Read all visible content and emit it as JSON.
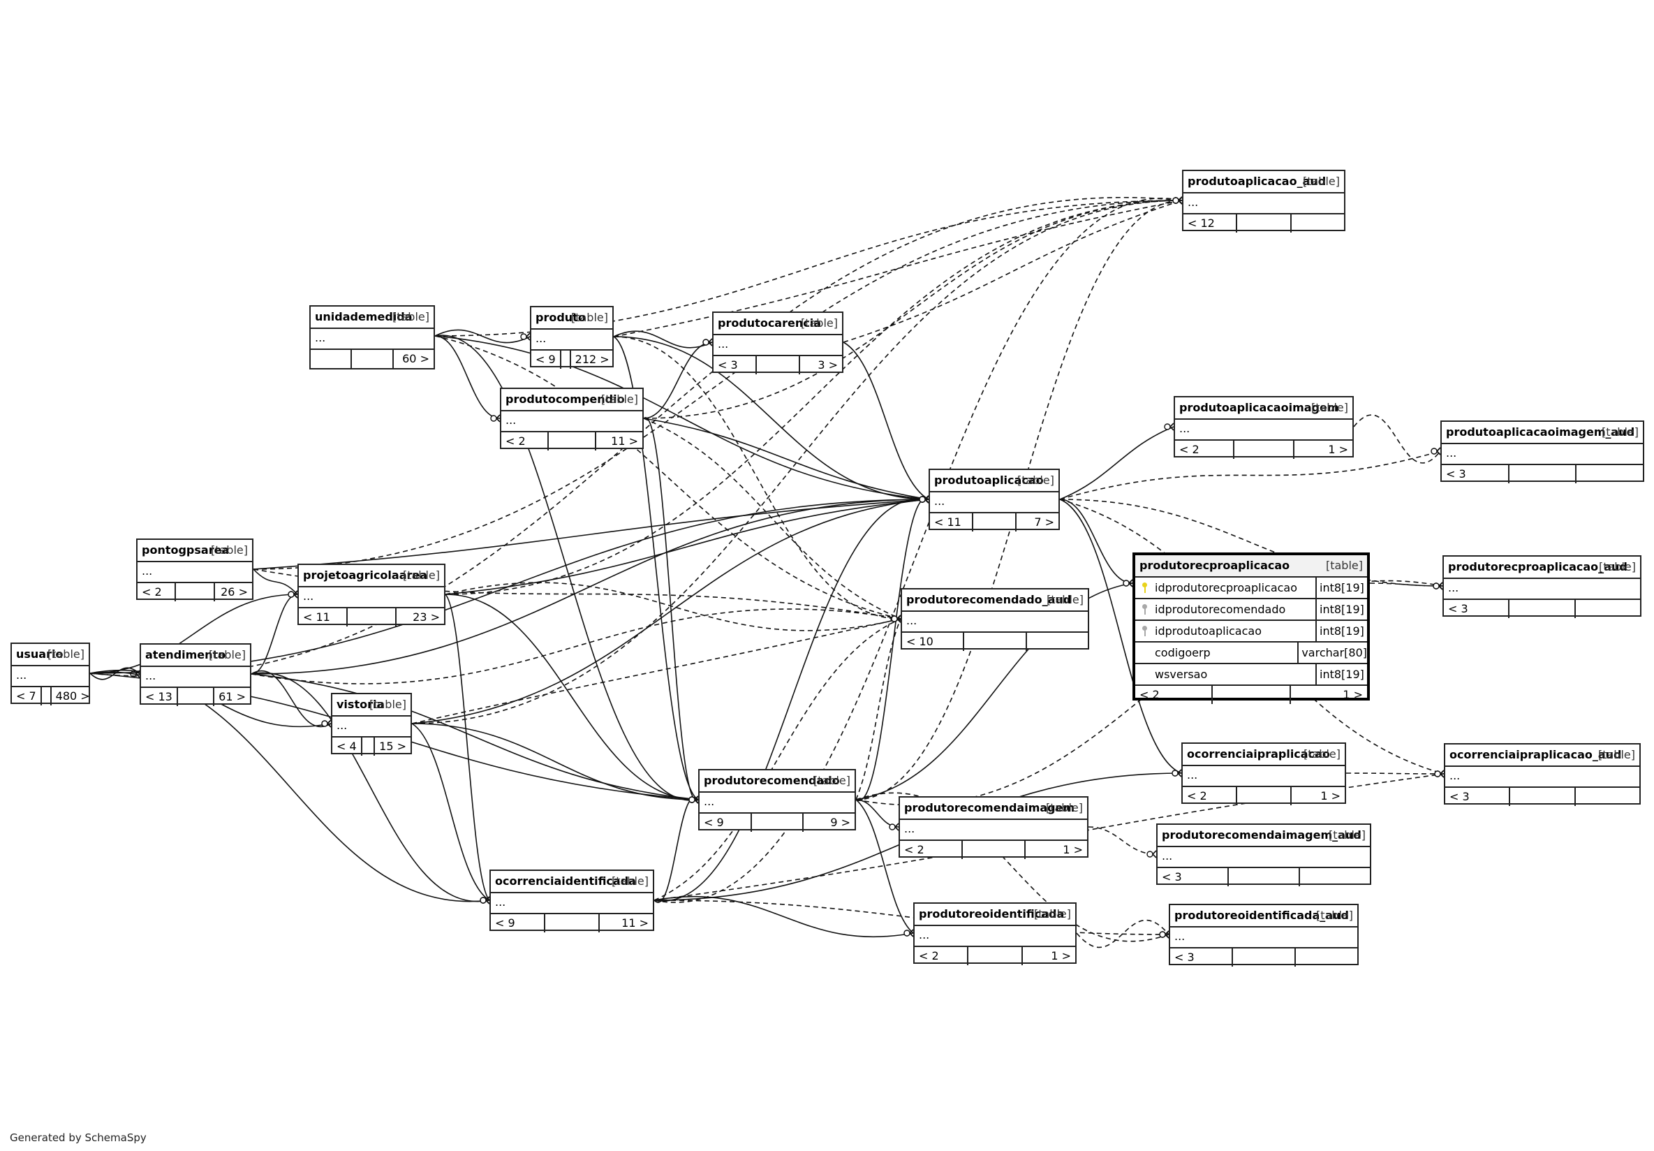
{
  "tables": [
    {
      "id": "produtoaplicacao_aud",
      "name": "produtoaplicacao_aud",
      "tag": "[table]",
      "body": "...",
      "footer": [
        "< 12",
        "",
        ""
      ]
    },
    {
      "id": "unidademedida",
      "name": "unidademedida",
      "tag": "[table]",
      "body": "...",
      "footer": [
        "",
        "",
        "60 >"
      ]
    },
    {
      "id": "produto",
      "name": "produto",
      "tag": "[table]",
      "body": "...",
      "footer": [
        "< 9",
        "",
        "212 >"
      ]
    },
    {
      "id": "produtocarencia",
      "name": "produtocarencia",
      "tag": "[table]",
      "body": "...",
      "footer": [
        "< 3",
        "",
        "3 >"
      ]
    },
    {
      "id": "produtocompendio",
      "name": "produtocompendio",
      "tag": "[table]",
      "body": "...",
      "footer": [
        "< 2",
        "",
        "11 >"
      ]
    },
    {
      "id": "produtoaplicacaoimagem",
      "name": "produtoaplicacaoimagem",
      "tag": "[table]",
      "body": "...",
      "footer": [
        "< 2",
        "",
        "1 >"
      ]
    },
    {
      "id": "produtoaplicacaoimagem_aud",
      "name": "produtoaplicacaoimagem_aud",
      "tag": "[table]",
      "body": "...",
      "footer": [
        "< 3",
        "",
        ""
      ]
    },
    {
      "id": "produtoaplicacao",
      "name": "produtoaplicacao",
      "tag": "[table]",
      "body": "...",
      "footer": [
        "< 11",
        "",
        "7 >"
      ]
    },
    {
      "id": "pontogpsarea",
      "name": "pontogpsarea",
      "tag": "[table]",
      "body": "...",
      "footer": [
        "< 2",
        "",
        "26 >"
      ]
    },
    {
      "id": "projetoagricolaarea",
      "name": "projetoagricolaarea",
      "tag": "[table]",
      "body": "...",
      "footer": [
        "< 11",
        "",
        "23 >"
      ]
    },
    {
      "id": "produtorecomendado_aud",
      "name": "produtorecomendado_aud",
      "tag": "[table]",
      "body": "...",
      "footer": [
        "< 10",
        "",
        ""
      ]
    },
    {
      "id": "produtorecproaplicacao_aud",
      "name": "produtorecproaplicacao_aud",
      "tag": "[table]",
      "body": "...",
      "footer": [
        "< 3",
        "",
        ""
      ]
    },
    {
      "id": "usuario",
      "name": "usuario",
      "tag": "[table]",
      "body": "...",
      "footer": [
        "< 7",
        "",
        "480 >"
      ]
    },
    {
      "id": "atendimento",
      "name": "atendimento",
      "tag": "[table]",
      "body": "...",
      "footer": [
        "< 13",
        "",
        "61 >"
      ]
    },
    {
      "id": "vistoria",
      "name": "vistoria",
      "tag": "[table]",
      "body": "...",
      "footer": [
        "< 4",
        "",
        "15 >"
      ]
    },
    {
      "id": "produtorecomendado",
      "name": "produtorecomendado",
      "tag": "[table]",
      "body": "...",
      "footer": [
        "< 9",
        "",
        "9 >"
      ]
    },
    {
      "id": "ocorrenciaipraplicacao",
      "name": "ocorrenciaipraplicacao",
      "tag": "[table]",
      "body": "...",
      "footer": [
        "< 2",
        "",
        "1 >"
      ]
    },
    {
      "id": "ocorrenciaipraplicacao_aud",
      "name": "ocorrenciaipraplicacao_aud",
      "tag": "[table]",
      "body": "...",
      "footer": [
        "< 3",
        "",
        ""
      ]
    },
    {
      "id": "produtorecomendaimagem",
      "name": "produtorecomendaimagem",
      "tag": "[table]",
      "body": "...",
      "footer": [
        "< 2",
        "",
        "1 >"
      ]
    },
    {
      "id": "produtorecomendaimagem_aud",
      "name": "produtorecomendaimagem_aud",
      "tag": "[table]",
      "body": "...",
      "footer": [
        "< 3",
        "",
        ""
      ]
    },
    {
      "id": "ocorrenciaidentificada",
      "name": "ocorrenciaidentificada",
      "tag": "[table]",
      "body": "...",
      "footer": [
        "< 9",
        "",
        "11 >"
      ]
    },
    {
      "id": "produtoreoidentificada",
      "name": "produtoreoidentificada",
      "tag": "[table]",
      "body": "...",
      "footer": [
        "< 2",
        "",
        "1 >"
      ]
    },
    {
      "id": "produtoreoidentificada_aud",
      "name": "produtoreoidentificada_aud",
      "tag": "[table]",
      "body": "...",
      "footer": [
        "< 3",
        "",
        ""
      ]
    }
  ],
  "focus": {
    "id": "produtorecproaplicacao",
    "name": "produtorecproaplicacao",
    "tag": "[table]",
    "columns": [
      {
        "name": "idprodutorecproaplicacao",
        "type": "int8[19]",
        "key": "pk"
      },
      {
        "name": "idprodutorecomendado",
        "type": "int8[19]",
        "key": "fk"
      },
      {
        "name": "idprodutoaplicacao",
        "type": "int8[19]",
        "key": "fk"
      },
      {
        "name": "codigoerp",
        "type": "varchar[80]",
        "key": ""
      },
      {
        "name": "wsversao",
        "type": "int8[19]",
        "key": ""
      }
    ],
    "footer": [
      "< 2",
      "",
      "1 >"
    ]
  },
  "edges": [
    {
      "from": "unidademedida",
      "to": "produto",
      "style": "solid"
    },
    {
      "from": "unidademedida",
      "to": "produtocompendio",
      "style": "solid"
    },
    {
      "from": "unidademedida",
      "to": "produtoaplicacao",
      "style": "solid"
    },
    {
      "from": "unidademedida",
      "to": "produtorecomendado",
      "style": "solid"
    },
    {
      "from": "unidademedida",
      "to": "produtoaplicacao_aud",
      "style": "dashed"
    },
    {
      "from": "unidademedida",
      "to": "produtorecomendado_aud",
      "style": "dashed"
    },
    {
      "from": "produto",
      "to": "produtocarencia",
      "style": "solid"
    },
    {
      "from": "produto",
      "to": "produtoaplicacao",
      "style": "solid"
    },
    {
      "from": "produto",
      "to": "produtorecomendado",
      "style": "solid"
    },
    {
      "from": "produto",
      "to": "produtoaplicacao_aud",
      "style": "dashed"
    },
    {
      "from": "produto",
      "to": "produtorecomendado_aud",
      "style": "dashed"
    },
    {
      "from": "produtocarencia",
      "to": "produtoaplicacao",
      "style": "solid"
    },
    {
      "from": "produtocarencia",
      "to": "produtoaplicacao_aud",
      "style": "dashed"
    },
    {
      "from": "produtocompendio",
      "to": "produtocarencia",
      "style": "solid"
    },
    {
      "from": "produtocompendio",
      "to": "produtoaplicacao",
      "style": "solid"
    },
    {
      "from": "produtocompendio",
      "to": "produtorecomendado",
      "style": "solid"
    },
    {
      "from": "produtocompendio",
      "to": "produtoaplicacao_aud",
      "style": "dashed"
    },
    {
      "from": "produtocompendio",
      "to": "produtorecomendado_aud",
      "style": "dashed"
    },
    {
      "from": "produtoaplicacao",
      "to": "produtoaplicacaoimagem",
      "style": "solid"
    },
    {
      "from": "produtoaplicacao",
      "to": "produtorecproaplicacao",
      "style": "solid"
    },
    {
      "from": "produtoaplicacao",
      "to": "ocorrenciaipraplicacao",
      "style": "solid"
    },
    {
      "from": "produtoaplicacao",
      "to": "produtoaplicacaoimagem_aud",
      "style": "dashed"
    },
    {
      "from": "produtoaplicacao",
      "to": "produtorecproaplicacao_aud",
      "style": "dashed"
    },
    {
      "from": "produtoaplicacao",
      "to": "ocorrenciaipraplicacao_aud",
      "style": "dashed"
    },
    {
      "from": "produtoaplicacaoimagem",
      "to": "produtoaplicacaoimagem_aud",
      "style": "dashed"
    },
    {
      "from": "produtorecproaplicacao",
      "to": "produtorecproaplicacao_aud",
      "style": "dashed"
    },
    {
      "from": "pontogpsarea",
      "to": "projetoagricolaarea",
      "style": "solid"
    },
    {
      "from": "pontogpsarea",
      "to": "produtoaplicacao",
      "style": "solid"
    },
    {
      "from": "pontogpsarea",
      "to": "produtoaplicacao_aud",
      "style": "dashed"
    },
    {
      "from": "pontogpsarea",
      "to": "produtorecomendado_aud",
      "style": "dashed"
    },
    {
      "from": "projetoagricolaarea",
      "to": "produtoaplicacao",
      "style": "solid"
    },
    {
      "from": "projetoagricolaarea",
      "to": "produtorecomendado",
      "style": "solid"
    },
    {
      "from": "projetoagricolaarea",
      "to": "ocorrenciaidentificada",
      "style": "solid"
    },
    {
      "from": "projetoagricolaarea",
      "to": "produtorecomendado_aud",
      "style": "dashed"
    },
    {
      "from": "projetoagricolaarea",
      "to": "produtoaplicacao_aud",
      "style": "dashed"
    },
    {
      "from": "usuario",
      "to": "atendimento",
      "style": "solid"
    },
    {
      "from": "usuario",
      "to": "vistoria",
      "style": "solid"
    },
    {
      "from": "usuario",
      "to": "projetoagricolaarea",
      "style": "solid"
    },
    {
      "from": "usuario",
      "to": "produtorecomendado",
      "style": "solid"
    },
    {
      "from": "usuario",
      "to": "ocorrenciaidentificada",
      "style": "solid"
    },
    {
      "from": "usuario",
      "to": "produtoaplicacao",
      "style": "solid"
    },
    {
      "from": "usuario",
      "to": "produtoaplicacao_aud",
      "style": "dashed"
    },
    {
      "from": "atendimento",
      "to": "vistoria",
      "style": "solid"
    },
    {
      "from": "atendimento",
      "to": "produtoaplicacao",
      "style": "solid"
    },
    {
      "from": "atendimento",
      "to": "produtorecomendado",
      "style": "solid"
    },
    {
      "from": "atendimento",
      "to": "ocorrenciaidentificada",
      "style": "solid"
    },
    {
      "from": "atendimento",
      "to": "projetoagricolaarea",
      "style": "solid"
    },
    {
      "from": "atendimento",
      "to": "produtorecomendado_aud",
      "style": "dashed"
    },
    {
      "from": "vistoria",
      "to": "produtoaplicacao",
      "style": "solid"
    },
    {
      "from": "vistoria",
      "to": "produtorecomendado",
      "style": "solid"
    },
    {
      "from": "vistoria",
      "to": "ocorrenciaidentificada",
      "style": "solid"
    },
    {
      "from": "vistoria",
      "to": "produtorecomendado_aud",
      "style": "dashed"
    },
    {
      "from": "vistoria",
      "to": "produtoaplicacao_aud",
      "style": "dashed"
    },
    {
      "from": "produtorecomendado",
      "to": "produtoaplicacao",
      "style": "solid"
    },
    {
      "from": "produtorecomendado",
      "to": "produtorecproaplicacao",
      "style": "solid"
    },
    {
      "from": "produtorecomendado",
      "to": "produtorecomendaimagem",
      "style": "solid"
    },
    {
      "from": "produtorecomendado",
      "to": "produtoreoidentificada",
      "style": "solid"
    },
    {
      "from": "produtorecomendado",
      "to": "produtorecomendado_aud",
      "style": "dashed"
    },
    {
      "from": "produtorecomendado",
      "to": "produtoaplicacao_aud",
      "style": "dashed"
    },
    {
      "from": "produtorecomendado",
      "to": "produtorecproaplicacao_aud",
      "style": "dashed"
    },
    {
      "from": "produtorecomendado",
      "to": "produtoreoidentificada_aud",
      "style": "dashed"
    },
    {
      "from": "produtorecomendaimagem",
      "to": "produtorecomendaimagem_aud",
      "style": "dashed"
    },
    {
      "from": "ocorrenciaidentificada",
      "to": "produtorecomendado",
      "style": "solid"
    },
    {
      "from": "ocorrenciaidentificada",
      "to": "produtoreoidentificada",
      "style": "solid"
    },
    {
      "from": "ocorrenciaidentificada",
      "to": "ocorrenciaipraplicacao",
      "style": "solid"
    },
    {
      "from": "ocorrenciaidentificada",
      "to": "produtoaplicacao",
      "style": "solid"
    },
    {
      "from": "ocorrenciaidentificada",
      "to": "produtorecomendado_aud",
      "style": "dashed"
    },
    {
      "from": "ocorrenciaidentificada",
      "to": "produtoreoidentificada_aud",
      "style": "dashed"
    },
    {
      "from": "ocorrenciaidentificada",
      "to": "produtoaplicacao_aud",
      "style": "dashed"
    },
    {
      "from": "ocorrenciaidentificada",
      "to": "ocorrenciaipraplicacao_aud",
      "style": "dashed"
    },
    {
      "from": "ocorrenciaipraplicacao",
      "to": "ocorrenciaipraplicacao_aud",
      "style": "dashed"
    },
    {
      "from": "produtoreoidentificada",
      "to": "produtoreoidentificada_aud",
      "style": "dashed"
    }
  ],
  "footer_text": "Generated by SchemaSpy"
}
